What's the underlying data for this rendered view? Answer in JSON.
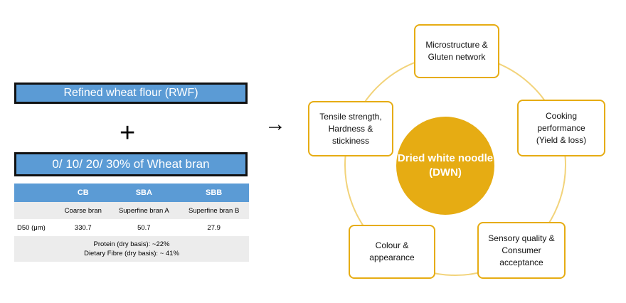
{
  "left": {
    "rwf_label": "Refined wheat flour (RWF)",
    "plus": "+",
    "bran_label": "0/ 10/ 20/ 30% of Wheat bran",
    "table": {
      "headers": [
        "",
        "CB",
        "SBA",
        "SBB"
      ],
      "names": [
        "",
        "Coarse bran",
        "Superfine bran A",
        "Superfine bran B"
      ],
      "d50": [
        "D50 (μm)",
        "330.7",
        "50.7",
        "27.9"
      ],
      "protein": "Protein (dry basis): ~22%",
      "fibre": "Dietary Fibre (dry basis): ~ 41%"
    }
  },
  "arrow": "→",
  "hub": {
    "line1": "Dried white noodle",
    "line2": "(DWN)"
  },
  "nodes": {
    "microstructure": [
      "Microstructure &",
      "Gluten network"
    ],
    "cooking": [
      "Cooking",
      "performance",
      "(Yield & loss)"
    ],
    "sensory": [
      "Sensory quality &",
      "Consumer",
      "acceptance"
    ],
    "colour": [
      "Colour &",
      "appearance"
    ],
    "tensile": [
      "Tensile strength,",
      "Hardness &",
      "stickiness"
    ]
  },
  "colors": {
    "blue": "#5b9bd5",
    "gold": "#e6ac13",
    "grey": "#ececec"
  }
}
